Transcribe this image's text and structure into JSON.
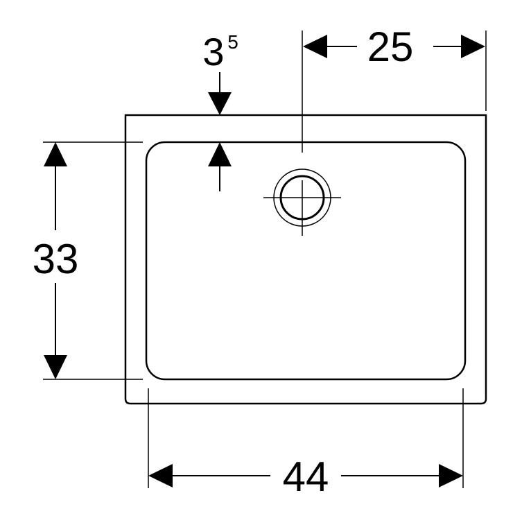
{
  "dimensions": {
    "top_right_width": "25",
    "rim_thickness_main": "3",
    "rim_thickness_sup": "5",
    "inner_height": "33",
    "inner_width": "44"
  },
  "colors": {
    "line": "#000000",
    "background": "#ffffff"
  },
  "icons": {
    "drain": "drain-outlet-icon"
  }
}
